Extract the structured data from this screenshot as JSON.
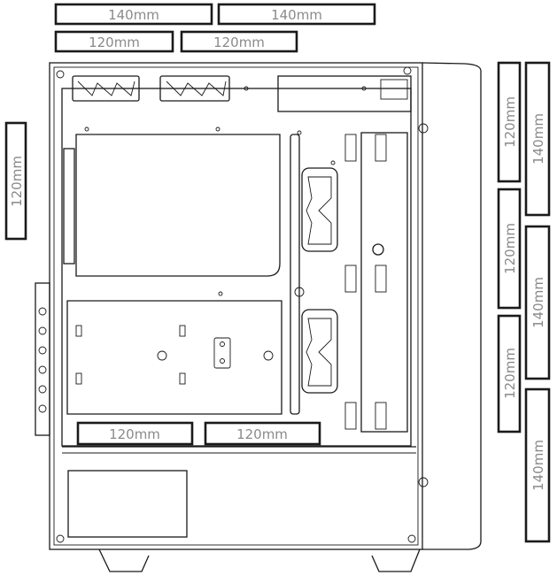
{
  "diagram": {
    "fan_slots": {
      "top_140_left": "140mm",
      "top_140_right": "140mm",
      "top_120_left": "120mm",
      "top_120_right": "120mm",
      "rear_120": "120mm",
      "bottom_120_left": "120mm",
      "bottom_120_right": "120mm",
      "front_120_top": "120mm",
      "front_120_middle": "120mm",
      "front_120_bottom": "120mm",
      "front_140_top": "140mm",
      "front_140_middle": "140mm",
      "front_140_bottom": "140mm"
    }
  }
}
